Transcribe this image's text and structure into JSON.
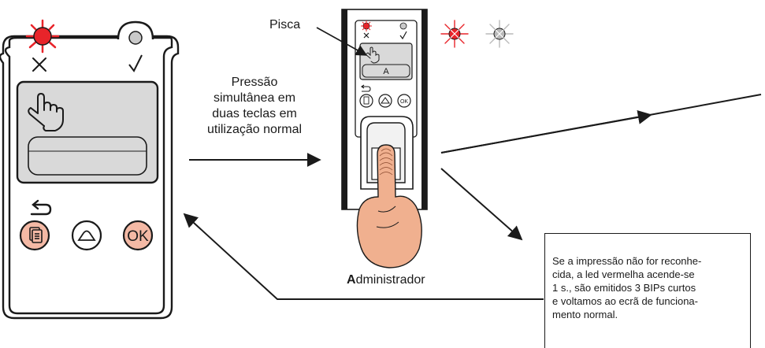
{
  "labels": {
    "pisca": "Pisca",
    "transition": [
      "Pressão",
      "simultânea em",
      "duas teclas em",
      "utilização normal"
    ],
    "administrator_initial": "A",
    "administrator_rest": "dministrador"
  },
  "screen": {
    "small_field_value": "A",
    "cross_symbol": "✕",
    "check_symbol": "✓",
    "back_symbol": "↩",
    "ok_label": "OK"
  },
  "note": {
    "lines": [
      "Se a impressão não for reconhe-",
      "cida, a led vermelha acende-se",
      "1 s., são emitidos 3 BIPs curtos",
      "e voltamos ao ecrã de funciona-",
      "mento normal."
    ]
  },
  "colors": {
    "led_red": "#e8242a",
    "led_grey": "#b9b9b9",
    "button_pink": "#f4b9a5",
    "screen_grey": "#d9d9d9",
    "finger_skin": "#f0b08f",
    "outline": "#1a1a1a"
  },
  "icons": [
    "red-led-icon",
    "grey-led-icon",
    "cross-icon",
    "check-icon",
    "hand-pointer-icon",
    "back-icon",
    "document-icon",
    "arrow-up-icon",
    "ok-icon",
    "fingerprint-icon",
    "finger-icon"
  ]
}
